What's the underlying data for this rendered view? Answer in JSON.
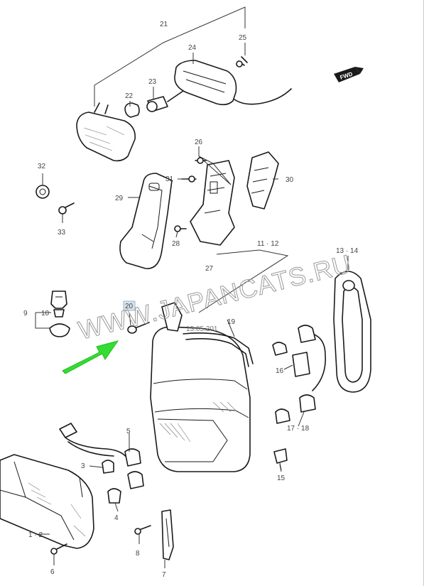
{
  "watermark": "WWW.JAPANCATS.RU",
  "date_stamp": "13.05.201",
  "fwd_label": "FWD",
  "colors": {
    "arrow": "#33dd33",
    "callout_box": "#d6e4ee",
    "ink": "#1a1a1a"
  },
  "callouts": {
    "c21": "21",
    "c25": "25",
    "c24": "24",
    "c23": "23",
    "c22": "22",
    "c26": "26",
    "c31": "31",
    "c30": "30",
    "c29": "29",
    "c28": "28",
    "c27": "27",
    "c32": "32",
    "c33": "33",
    "c11_12": "11 · 12",
    "c13_14": "13 · 14",
    "c9": "9",
    "c10": "10",
    "c20": "20",
    "c19": "19",
    "c16": "16",
    "c17_18": "17 · 18",
    "c15": "15",
    "c5": "5",
    "c3": "3",
    "c4": "4",
    "c1_2": "1 · 2",
    "c8": "8",
    "c7": "7",
    "c6": "6"
  }
}
